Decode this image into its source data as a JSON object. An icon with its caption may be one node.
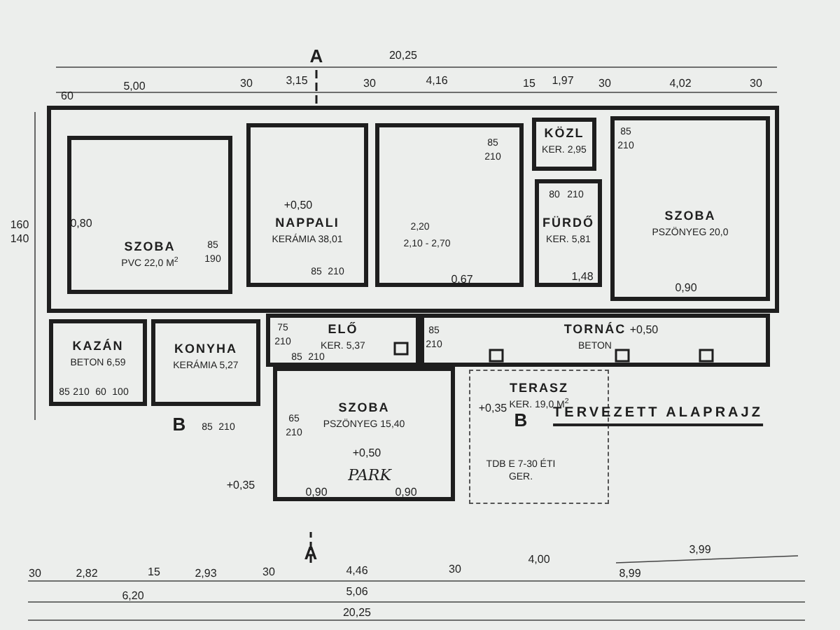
{
  "diagram": {
    "nodes": [
      {
        "text": [
          "SZOBA",
          "PVC 22,0 M$^{2}$"
        ]
      },
      {
        "text": [
          "NAPPALI",
          "KERÁMIA 38,01"
        ]
      },
      {
        "text": [],
        "shape": "box"
      },
      {
        "text": [
          "KÖZL",
          "KER. 2,95"
        ]
      },
      {
        "text": [
          "FÜRDŐ",
          "KER. 5,81"
        ]
      },
      {
        "text": [
          "SZOBA",
          "PSZÖNYEG 20,0"
        ]
      },
      {
        "text": [
          "KAZÁN",
          "BETON 6,59"
        ]
      },
      {
        "text": [
          "KONYHA",
          "KERÁMIA 5,27"
        ]
      },
      {
        "text": [
          "ELŐ",
          "KER. 5,37"
        ]
      },
      {
        "text": [
          "TORNÁC",
          "BETON"
        ]
      },
      {
        "text": [
          "SZOBA",
          "PSZÖNYEG 15,40"
        ]
      },
      {
        "text": [
          "TERASZ",
          "KER. 19,0 M$^{2}$"
        ]
      }
    ],
    "labels": [
      "A",
      "20,25",
      "60",
      "5,00",
      "30",
      "3,15",
      "30",
      "4,16",
      "15",
      "1,97",
      "30",
      "4,02",
      "30",
      "160",
      "140",
      "0,80",
      "+0,50",
      "85",
      "190",
      "2,20",
      "2,10 - 2,70",
      "85",
      "210",
      "85",
      "210",
      "80",
      "210",
      "85",
      "210",
      "0,67",
      "1,48",
      "0,90",
      "75",
      "210",
      "85",
      "210",
      "85",
      "210",
      "+0,50",
      "85",
      "210",
      "60",
      "100",
      "B",
      "85",
      "210",
      "65",
      "210",
      "+0,35",
      "+0,50",
      "PARK",
      "0,90",
      "0,90",
      "+0,35",
      "B",
      "TERVEZETT ALAPRAJZ",
      "TDB E 7-30 ÉTI GER.",
      "A",
      "30",
      "2,82",
      "15",
      "2,93",
      "30",
      "4,46",
      "30",
      "4,00",
      "3,99",
      "8,99",
      "6,20",
      "5,06",
      "20,25"
    ]
  }
}
